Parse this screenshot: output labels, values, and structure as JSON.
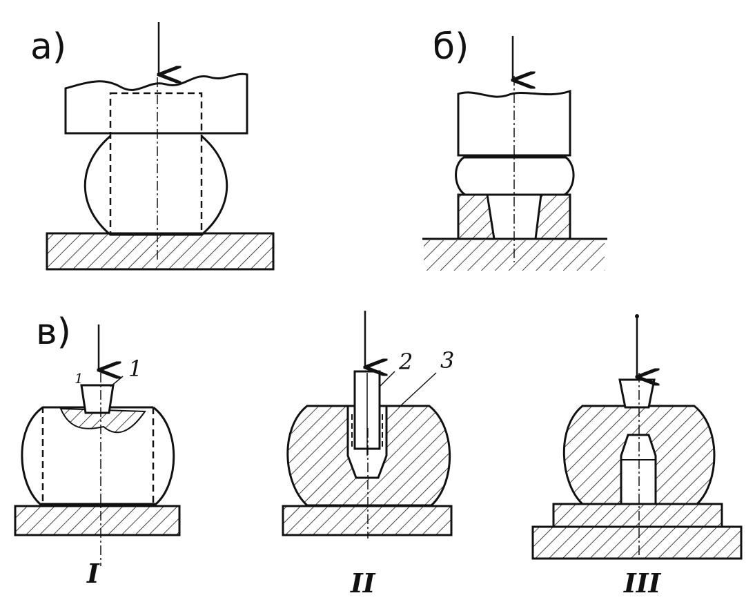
{
  "labels": {
    "a": "а)",
    "b": "б)",
    "v": "в)"
  },
  "callouts": {
    "one_small": "1",
    "one": "1",
    "two": "2",
    "three": "3"
  },
  "stages": {
    "i": "I",
    "ii": "II",
    "iii": "III"
  }
}
